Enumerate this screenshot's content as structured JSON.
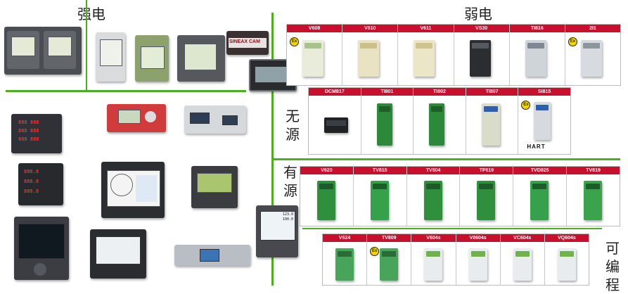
{
  "headings": {
    "strong_current": "强电",
    "weak_current": "弱电",
    "passive": "无源",
    "active": "有源",
    "programmable": "可编程"
  },
  "brand_label": "SINEAX CAM",
  "passive_row1": [
    {
      "label": "V608",
      "ex": true
    },
    {
      "label": "V610",
      "ex": false
    },
    {
      "label": "V611",
      "ex": false
    },
    {
      "label": "VS30",
      "ex": false
    },
    {
      "label": "TI816",
      "ex": false
    },
    {
      "label": "2I1",
      "ex": true
    }
  ],
  "passive_row2": [
    {
      "label": "DCM817",
      "ex": false
    },
    {
      "label": "TI801",
      "ex": false
    },
    {
      "label": "TI802",
      "ex": false
    },
    {
      "label": "TI807",
      "ex": false
    },
    {
      "label": "SI815",
      "ex": true,
      "tag": "HART"
    }
  ],
  "active_row": [
    {
      "label": "V620",
      "ex": false
    },
    {
      "label": "TV815",
      "ex": false
    },
    {
      "label": "TV804",
      "ex": false
    },
    {
      "label": "TP619",
      "ex": false
    },
    {
      "label": "TVD825",
      "ex": false
    },
    {
      "label": "TV819",
      "ex": false
    }
  ],
  "programmable_row": [
    {
      "label": "V624",
      "ex": false
    },
    {
      "label": "TV809",
      "ex": true
    },
    {
      "label": "V604s",
      "ex": false
    },
    {
      "label": "V8604s",
      "ex": false
    },
    {
      "label": "VC604s",
      "ex": false
    },
    {
      "label": "VQ604s",
      "ex": false
    }
  ],
  "ex_mark": "Ex",
  "display_readout": {
    "line1": "123.0",
    "line2": "100.0"
  },
  "colors": {
    "accent_green": "#4caf1e",
    "header_red": "#c8102e"
  }
}
